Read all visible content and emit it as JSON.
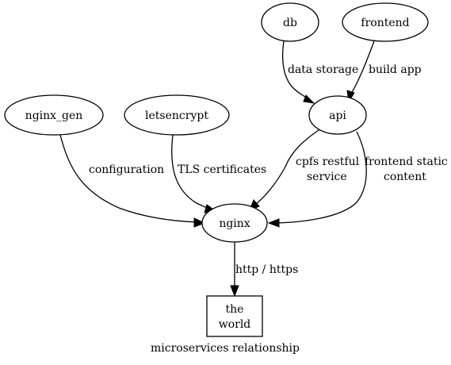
{
  "graph": {
    "caption": "microservices relationship"
  },
  "nodes": {
    "db": {
      "label": "db"
    },
    "frontend": {
      "label": "frontend"
    },
    "nginx_gen": {
      "label": "nginx_gen"
    },
    "letsencrypt": {
      "label": "letsencrypt"
    },
    "api": {
      "label": "api"
    },
    "nginx": {
      "label": "nginx"
    },
    "world": {
      "label_line1": "the",
      "label_line2": "world"
    }
  },
  "edges": {
    "db_api": {
      "label": "data storage"
    },
    "frontend_api": {
      "label": "build app"
    },
    "nginx_gen_nginx": {
      "label": "configuration"
    },
    "letsencrypt_nginx": {
      "label": "TLS certificates"
    },
    "api_nginx_cpfs": {
      "label_line1": "cpfs restful",
      "label_line2": "service"
    },
    "api_nginx_static": {
      "label_line1": "frontend static",
      "label_line2": "content"
    },
    "nginx_world": {
      "label": "http / https"
    }
  }
}
